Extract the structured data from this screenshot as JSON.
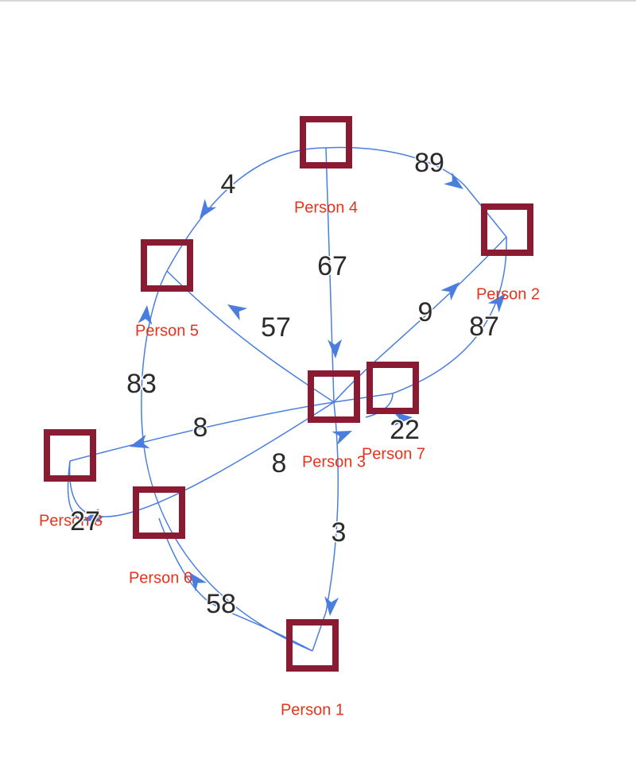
{
  "colors": {
    "edge": "#4a7ede",
    "node": "#8b1a33",
    "node_label": "#e5331c",
    "edge_label": "#2b2b2b"
  },
  "nodes": [
    {
      "id": "p1",
      "label": "Person 1"
    },
    {
      "id": "p2",
      "label": "Person 2"
    },
    {
      "id": "p3",
      "label": "Person 3"
    },
    {
      "id": "p4",
      "label": "Person 4"
    },
    {
      "id": "p5",
      "label": "Person 5"
    },
    {
      "id": "p6",
      "label": "Person 6"
    },
    {
      "id": "p7",
      "label": "Person 7"
    },
    {
      "id": "p8",
      "label": "Person 8"
    }
  ],
  "edges": [
    {
      "id": "e_p4_p5",
      "from": "p4",
      "to": "p5",
      "label": "4"
    },
    {
      "id": "e_p4_p2",
      "from": "p4",
      "to": "p2",
      "label": "89"
    },
    {
      "id": "e_p4_p3",
      "from": "p4",
      "to": "p3",
      "label": "67"
    },
    {
      "id": "e_p3_p5",
      "from": "p3",
      "to": "p5",
      "label": "57"
    },
    {
      "id": "e_p3_p2",
      "from": "p3",
      "to": "p2",
      "label": "9"
    },
    {
      "id": "e_p7_p2",
      "from": "p7",
      "to": "p2",
      "label": "87"
    },
    {
      "id": "e_p3_p8",
      "from": "p3",
      "to": "p8",
      "label": "8"
    },
    {
      "id": "e_p8_p3",
      "from": "p8",
      "to": "p3",
      "label": "8"
    },
    {
      "id": "e_p3_p7",
      "from": "p3",
      "to": "p7",
      "label": "22"
    },
    {
      "id": "e_p8_p8",
      "from": "p8",
      "to": "p8",
      "label": "27"
    },
    {
      "id": "e_p1_p5",
      "from": "p1",
      "to": "p5",
      "label": "83"
    },
    {
      "id": "e_p1_p6",
      "from": "p1",
      "to": "p6",
      "label": "58"
    },
    {
      "id": "e_p3_p1",
      "from": "p3",
      "to": "p1",
      "label": "3"
    }
  ]
}
